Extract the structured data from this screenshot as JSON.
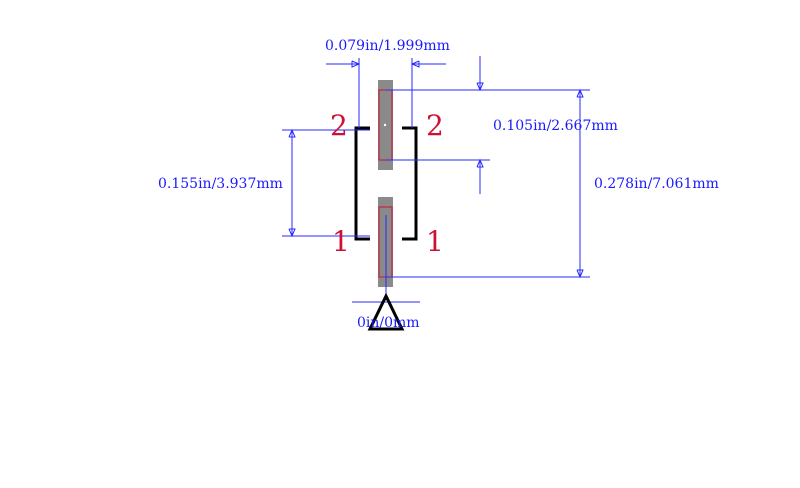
{
  "diagram": {
    "dimensions": {
      "width_top": "0.079in/1.999mm",
      "offset_right": "0.105in/2.667mm",
      "pitch_left": "0.155in/3.937mm",
      "overall_height": "0.278in/7.061mm",
      "origin": "0in/0mm"
    },
    "pins": {
      "top_left": "2",
      "top_right": "2",
      "bottom_left": "1",
      "bottom_right": "1"
    },
    "colors": {
      "dimension": "#2a2aff",
      "pin_label": "#cc1133",
      "pad": "#8a8a8a",
      "outline": "#000000"
    }
  }
}
